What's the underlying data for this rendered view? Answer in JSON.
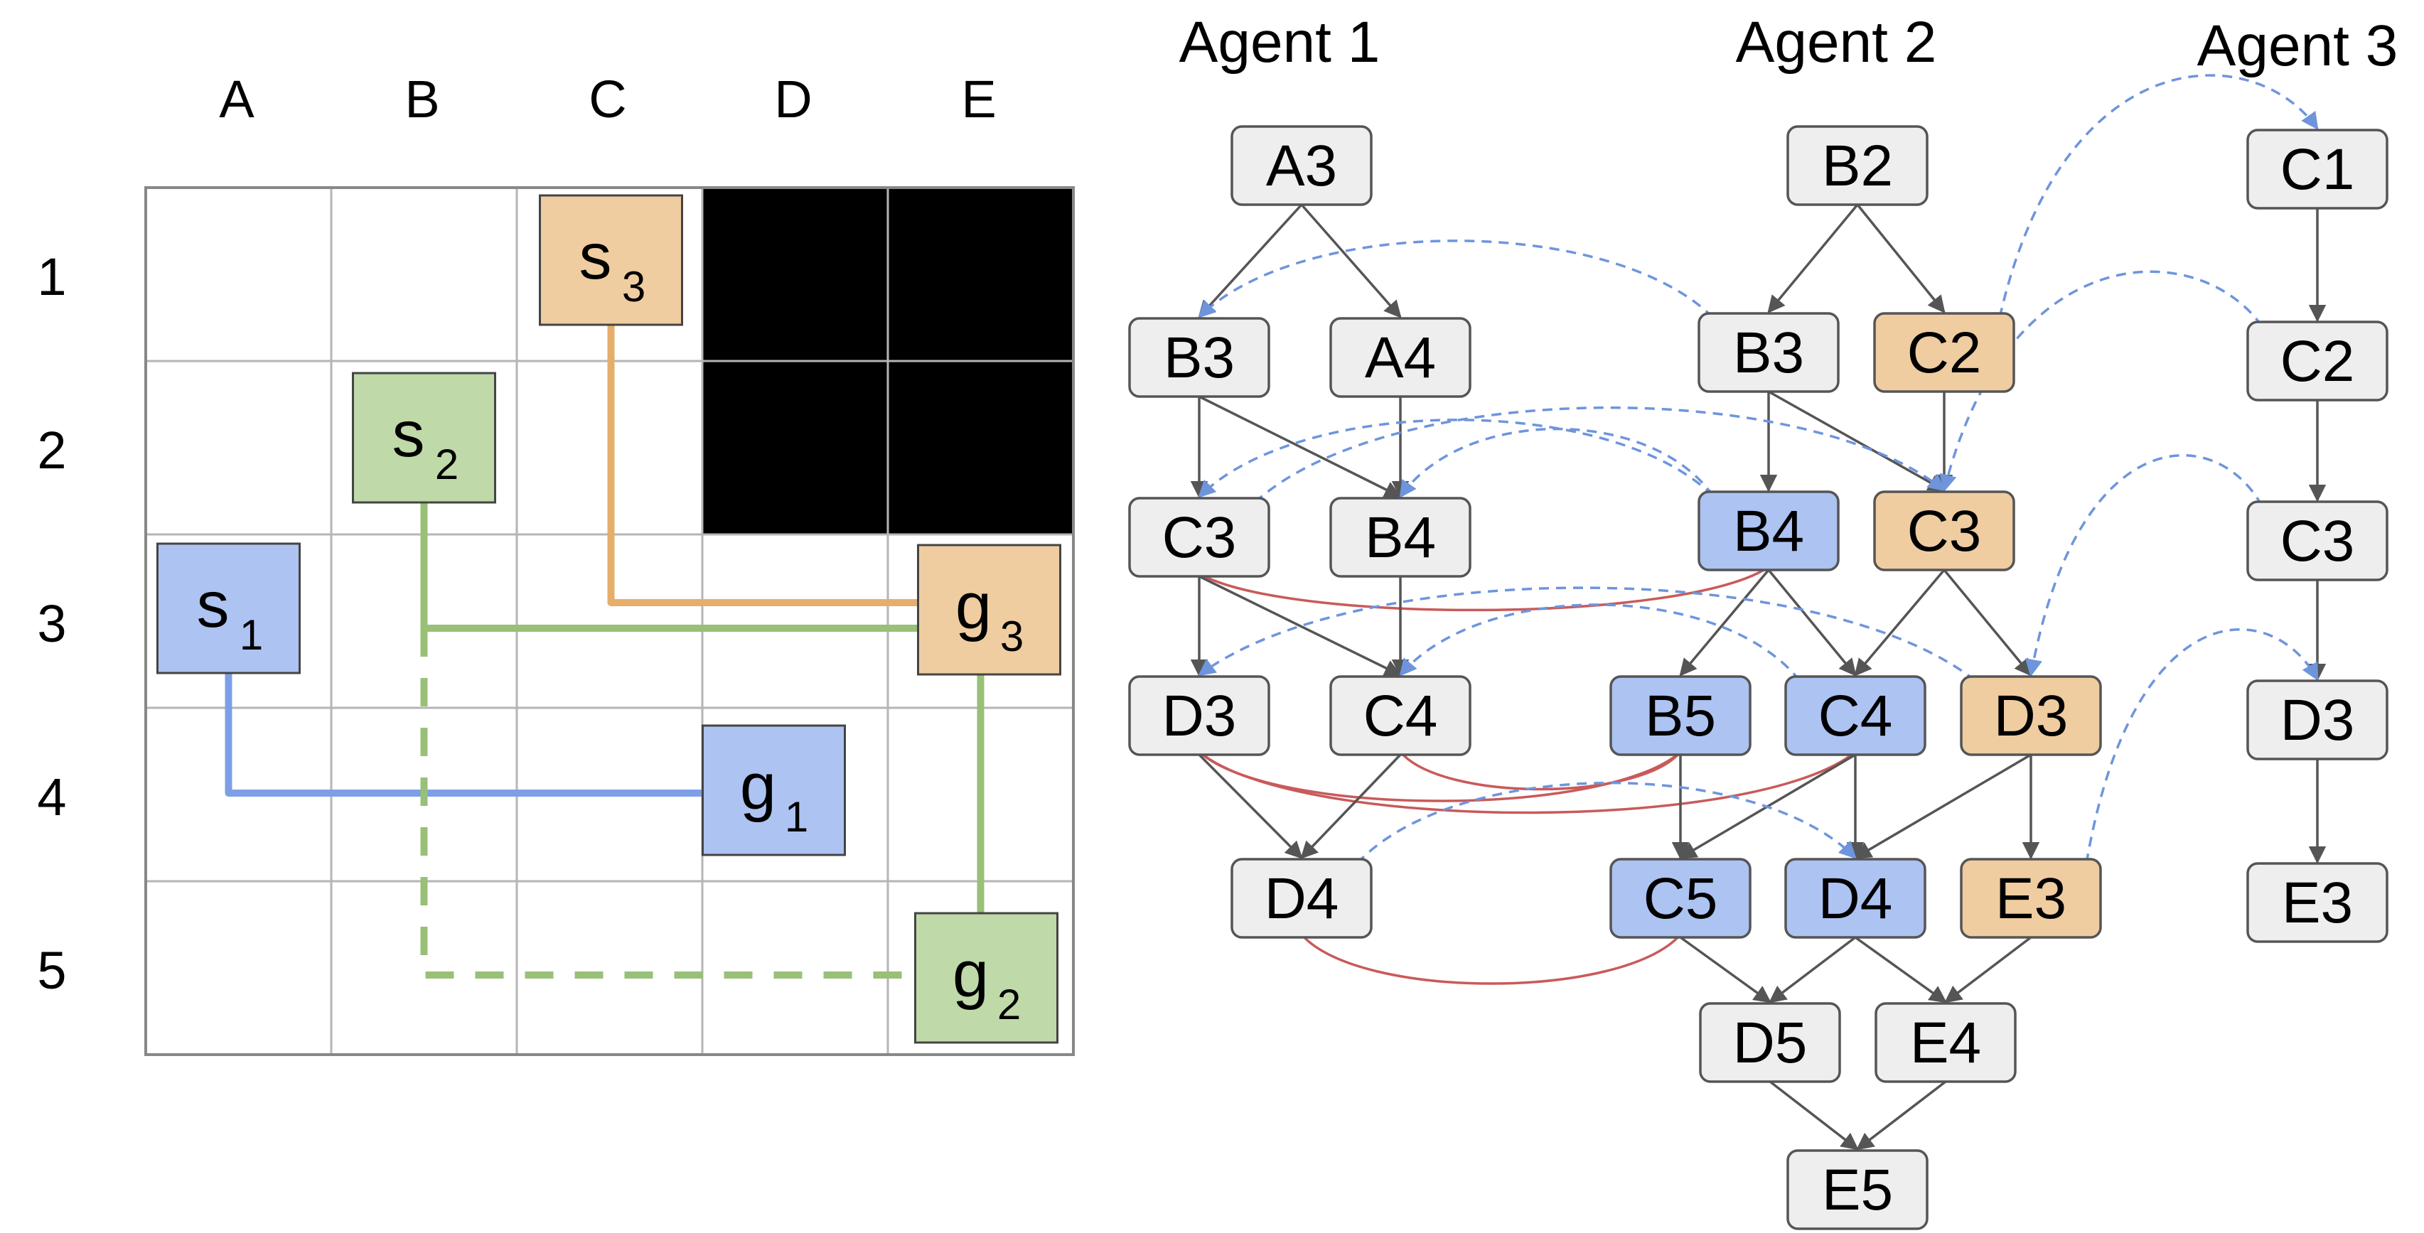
{
  "grid": {
    "column_labels": [
      "A",
      "B",
      "C",
      "D",
      "E"
    ],
    "row_labels": [
      "1",
      "2",
      "3",
      "4",
      "5"
    ],
    "blocked_cells": [
      "D1",
      "E1",
      "D2",
      "E2"
    ],
    "markers": [
      {
        "id": "s1",
        "letter": "s",
        "index": "1",
        "cell": "A3",
        "agent": 1
      },
      {
        "id": "g1",
        "letter": "g",
        "index": "1",
        "cell": "D4",
        "agent": 1
      },
      {
        "id": "s2",
        "letter": "s",
        "index": "2",
        "cell": "B2",
        "agent": 2
      },
      {
        "id": "g2",
        "letter": "g",
        "index": "2",
        "cell": "E5",
        "agent": 2
      },
      {
        "id": "s3",
        "letter": "s",
        "index": "3",
        "cell": "C1",
        "agent": 3
      },
      {
        "id": "g3",
        "letter": "g",
        "index": "3",
        "cell": "E3",
        "agent": 3
      }
    ],
    "paths": [
      {
        "id": "agent1-path",
        "agent": 1,
        "style": "solid",
        "cells": [
          "A3",
          "A4",
          "D4"
        ]
      },
      {
        "id": "agent2-path",
        "agent": 2,
        "style": "solid",
        "cells": [
          "B2",
          "B3",
          "E3",
          "E5"
        ]
      },
      {
        "id": "agent2-alt-path",
        "agent": 2,
        "style": "dashed",
        "cells": [
          "B3",
          "B5",
          "E5"
        ]
      },
      {
        "id": "agent3-path",
        "agent": 3,
        "style": "solid",
        "cells": [
          "C1",
          "C3",
          "E3"
        ]
      }
    ]
  },
  "colors": {
    "agent1": "#adc3f2",
    "agent1_line": "#7d9fe6",
    "agent2": "#bfd9a8",
    "agent2_line": "#98c077",
    "agent3": "#efcda1",
    "agent3_line": "#e7ad6b",
    "node_default": "#eeeeee",
    "node_border": "#555555",
    "blocked": "#000000",
    "grid_line": "#b5b5b5",
    "edge": "#555555",
    "dashed_edge": "#6e95dc",
    "conflict_edge": "#c95a5a"
  },
  "dags": [
    {
      "title": "Agent 1",
      "nodes": [
        {
          "id": "a1-A3",
          "label": "A3",
          "color": "default"
        },
        {
          "id": "a1-B3",
          "label": "B3",
          "color": "default"
        },
        {
          "id": "a1-A4",
          "label": "A4",
          "color": "default"
        },
        {
          "id": "a1-C3",
          "label": "C3",
          "color": "default"
        },
        {
          "id": "a1-B4",
          "label": "B4",
          "color": "default"
        },
        {
          "id": "a1-D3",
          "label": "D3",
          "color": "default"
        },
        {
          "id": "a1-C4",
          "label": "C4",
          "color": "default"
        },
        {
          "id": "a1-D4",
          "label": "D4",
          "color": "default"
        }
      ]
    },
    {
      "title": "Agent 2",
      "nodes": [
        {
          "id": "a2-B2",
          "label": "B2",
          "color": "default"
        },
        {
          "id": "a2-B3",
          "label": "B3",
          "color": "default"
        },
        {
          "id": "a2-C2",
          "label": "C2",
          "color": "orange"
        },
        {
          "id": "a2-B4",
          "label": "B4",
          "color": "blue"
        },
        {
          "id": "a2-C3",
          "label": "C3",
          "color": "orange"
        },
        {
          "id": "a2-B5",
          "label": "B5",
          "color": "blue"
        },
        {
          "id": "a2-C4",
          "label": "C4",
          "color": "blue"
        },
        {
          "id": "a2-D3",
          "label": "D3",
          "color": "orange"
        },
        {
          "id": "a2-C5",
          "label": "C5",
          "color": "blue"
        },
        {
          "id": "a2-D4",
          "label": "D4",
          "color": "blue"
        },
        {
          "id": "a2-E3",
          "label": "E3",
          "color": "orange"
        },
        {
          "id": "a2-D5",
          "label": "D5",
          "color": "default"
        },
        {
          "id": "a2-E4",
          "label": "E4",
          "color": "default"
        },
        {
          "id": "a2-E5",
          "label": "E5",
          "color": "default"
        }
      ]
    },
    {
      "title": "Agent 3",
      "nodes": [
        {
          "id": "a3-C1",
          "label": "C1",
          "color": "default"
        },
        {
          "id": "a3-C2",
          "label": "C2",
          "color": "default"
        },
        {
          "id": "a3-C3",
          "label": "C3",
          "color": "default"
        },
        {
          "id": "a3-D3",
          "label": "D3",
          "color": "default"
        },
        {
          "id": "a3-E3",
          "label": "E3",
          "color": "default"
        }
      ]
    }
  ],
  "edges": [
    [
      "a1-A3",
      "a1-B3"
    ],
    [
      "a1-A3",
      "a1-A4"
    ],
    [
      "a1-B3",
      "a1-C3"
    ],
    [
      "a1-B3",
      "a1-B4"
    ],
    [
      "a1-A4",
      "a1-B4"
    ],
    [
      "a1-C3",
      "a1-D3"
    ],
    [
      "a1-C3",
      "a1-C4"
    ],
    [
      "a1-B4",
      "a1-C4"
    ],
    [
      "a1-D3",
      "a1-D4"
    ],
    [
      "a1-C4",
      "a1-D4"
    ],
    [
      "a2-B2",
      "a2-B3"
    ],
    [
      "a2-B2",
      "a2-C2"
    ],
    [
      "a2-B3",
      "a2-B4"
    ],
    [
      "a2-B3",
      "a2-C3"
    ],
    [
      "a2-C2",
      "a2-C3"
    ],
    [
      "a2-B4",
      "a2-B5"
    ],
    [
      "a2-B4",
      "a2-C4"
    ],
    [
      "a2-C3",
      "a2-C4"
    ],
    [
      "a2-C3",
      "a2-D3"
    ],
    [
      "a2-B5",
      "a2-C5"
    ],
    [
      "a2-C4",
      "a2-C5"
    ],
    [
      "a2-C4",
      "a2-D4"
    ],
    [
      "a2-D3",
      "a2-D4"
    ],
    [
      "a2-D3",
      "a2-E3"
    ],
    [
      "a2-C5",
      "a2-D5"
    ],
    [
      "a2-D4",
      "a2-D5"
    ],
    [
      "a2-D4",
      "a2-E4"
    ],
    [
      "a2-E3",
      "a2-E4"
    ],
    [
      "a2-D5",
      "a2-E5"
    ],
    [
      "a2-E4",
      "a2-E5"
    ],
    [
      "a3-C1",
      "a3-C2"
    ],
    [
      "a3-C2",
      "a3-C3"
    ],
    [
      "a3-C3",
      "a3-D3"
    ],
    [
      "a3-D3",
      "a3-E3"
    ]
  ],
  "dashed_edges": [
    [
      "a2-B3",
      "a1-B3"
    ],
    [
      "a2-C2",
      "a3-C1"
    ],
    [
      "a2-B4",
      "a1-C3"
    ],
    [
      "a2-B4",
      "a1-B4"
    ],
    [
      "a1-C3",
      "a2-C3"
    ],
    [
      "a3-C2",
      "a2-C3"
    ],
    [
      "a2-D3",
      "a1-D3"
    ],
    [
      "a2-C4",
      "a1-C4"
    ],
    [
      "a3-C3",
      "a2-D3"
    ],
    [
      "a1-D4",
      "a2-D4"
    ],
    [
      "a2-E3",
      "a3-D3"
    ]
  ],
  "conflict_edges": [
    [
      "a1-C3",
      "a2-B4"
    ],
    [
      "a1-D3",
      "a2-B5"
    ],
    [
      "a1-D3",
      "a2-C4"
    ],
    [
      "a1-C4",
      "a2-B5"
    ],
    [
      "a1-D4",
      "a2-C5"
    ]
  ]
}
